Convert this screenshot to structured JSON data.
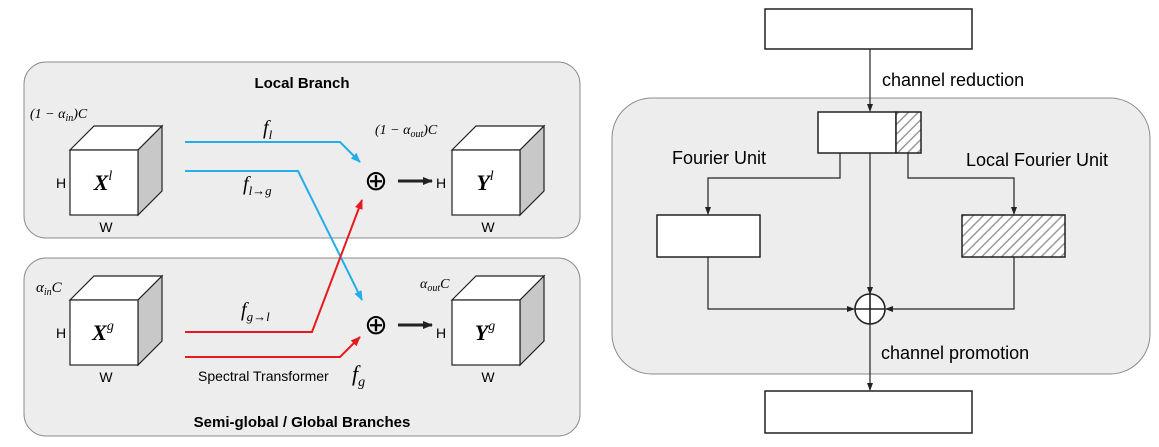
{
  "left_diagram": {
    "local_branch_title": "Local Branch",
    "global_branch_title": "Semi-global / Global Branches",
    "local_input": {
      "channels": "(1 − α",
      "channels_sub": "in",
      "channels_tail": ")C",
      "symbol": "X",
      "sup": "l",
      "h": "H",
      "w": "W"
    },
    "local_output": {
      "channels": "(1 − α",
      "channels_sub": "out",
      "channels_tail": ")C",
      "symbol": "Y",
      "sup": "l",
      "h": "H",
      "w": "W"
    },
    "global_input": {
      "channels": "α",
      "channels_sub": "in",
      "channels_tail": "C",
      "symbol": "X",
      "sup": "g",
      "h": "H",
      "w": "W"
    },
    "global_output": {
      "channels": "α",
      "channels_sub": "out",
      "channels_tail": "C",
      "symbol": "Y",
      "sup": "g",
      "h": "H",
      "w": "W"
    },
    "f_l": {
      "base": "f",
      "sub": "l"
    },
    "f_l_g": {
      "base": "f",
      "sub": "l→g"
    },
    "f_g_l": {
      "base": "f",
      "sub": "g→l"
    },
    "f_g": {
      "base": "f",
      "sub": "g"
    },
    "spectral_label": "Spectral Transformer",
    "sum_symbol": "⊕",
    "colors": {
      "blue": "#22aee8",
      "red": "#e8191d",
      "panel": "#ededed",
      "panel_stroke": "#8c8c8c",
      "cube_side": "#c8c8c8"
    }
  },
  "right_diagram": {
    "channel_reduction": "channel reduction",
    "fourier_unit": "Fourier Unit",
    "local_fourier_unit": "Local Fourier Unit",
    "channel_promotion": "channel promotion",
    "colors": {
      "panel": "#ededed",
      "hatch": "#9a9a9a"
    }
  }
}
